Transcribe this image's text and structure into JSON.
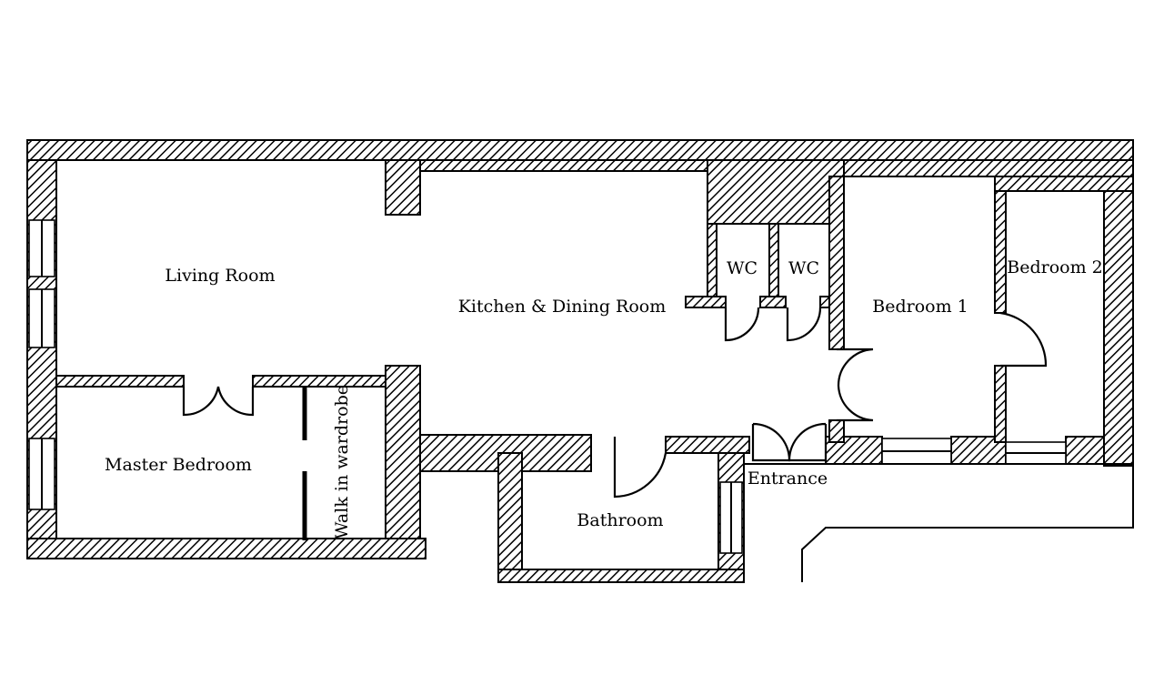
{
  "rooms": {
    "living_room": "Living Room",
    "kitchen_dining": "Kitchen & Dining Room",
    "wc_1": "WC",
    "wc_2": "WC",
    "bedroom_1": "Bedroom 1",
    "bedroom_2": "Bedroom 2",
    "master_bedroom": "Master Bedroom",
    "walk_in_wardrobe": "Walk in wardrobe",
    "bathroom": "Bathroom",
    "entrance": "Entrance"
  }
}
